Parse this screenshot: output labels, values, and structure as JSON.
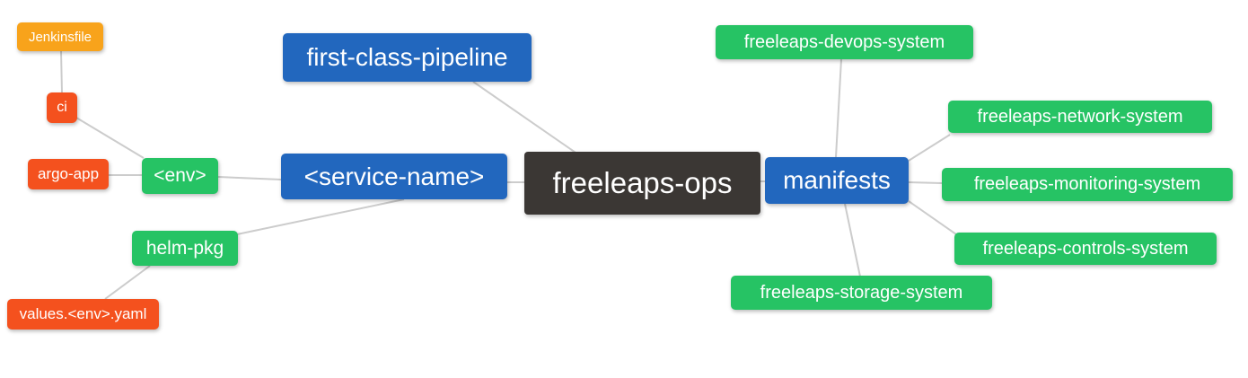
{
  "diagram_title": "freeleaps-ops mind map",
  "colors": {
    "background": "#ffffff",
    "edge": "#cccccc",
    "node_text": "#ffffff",
    "orange": "#F8A31B",
    "red": "#F4511E",
    "green": "#26C364",
    "blue": "#2267BE",
    "dark": "#3B3734"
  },
  "nodes": {
    "jenkinsfile": {
      "label": "Jenkinsfile",
      "color": "orange"
    },
    "ci": {
      "label": "ci",
      "color": "red"
    },
    "argo_app": {
      "label": "argo-app",
      "color": "red"
    },
    "env": {
      "label": "<env>",
      "color": "green"
    },
    "helm_pkg": {
      "label": "helm-pkg",
      "color": "green"
    },
    "values_yaml": {
      "label": "values.<env>.yaml",
      "color": "red"
    },
    "first_class_pipeline": {
      "label": "first-class-pipeline",
      "color": "blue"
    },
    "service_name": {
      "label": "<service-name>",
      "color": "blue"
    },
    "freeleaps_ops": {
      "label": "freeleaps-ops",
      "color": "dark"
    },
    "manifests": {
      "label": "manifests",
      "color": "blue"
    },
    "devops_system": {
      "label": "freeleaps-devops-system",
      "color": "green"
    },
    "network_system": {
      "label": "freeleaps-network-system",
      "color": "green"
    },
    "monitoring_system": {
      "label": "freeleaps-monitoring-system",
      "color": "green"
    },
    "controls_system": {
      "label": "freeleaps-controls-system",
      "color": "green"
    },
    "storage_system": {
      "label": "freeleaps-storage-system",
      "color": "green"
    }
  },
  "edges": [
    {
      "from": "jenkinsfile",
      "to": "ci"
    },
    {
      "from": "ci",
      "to": "env"
    },
    {
      "from": "argo_app",
      "to": "env"
    },
    {
      "from": "env",
      "to": "service_name"
    },
    {
      "from": "service_name",
      "to": "helm_pkg"
    },
    {
      "from": "helm_pkg",
      "to": "values_yaml"
    },
    {
      "from": "first_class_pipeline",
      "to": "freeleaps_ops"
    },
    {
      "from": "service_name",
      "to": "freeleaps_ops"
    },
    {
      "from": "freeleaps_ops",
      "to": "manifests"
    },
    {
      "from": "devops_system",
      "to": "manifests"
    },
    {
      "from": "manifests",
      "to": "network_system"
    },
    {
      "from": "manifests",
      "to": "monitoring_system"
    },
    {
      "from": "manifests",
      "to": "controls_system"
    },
    {
      "from": "manifests",
      "to": "storage_system"
    }
  ]
}
